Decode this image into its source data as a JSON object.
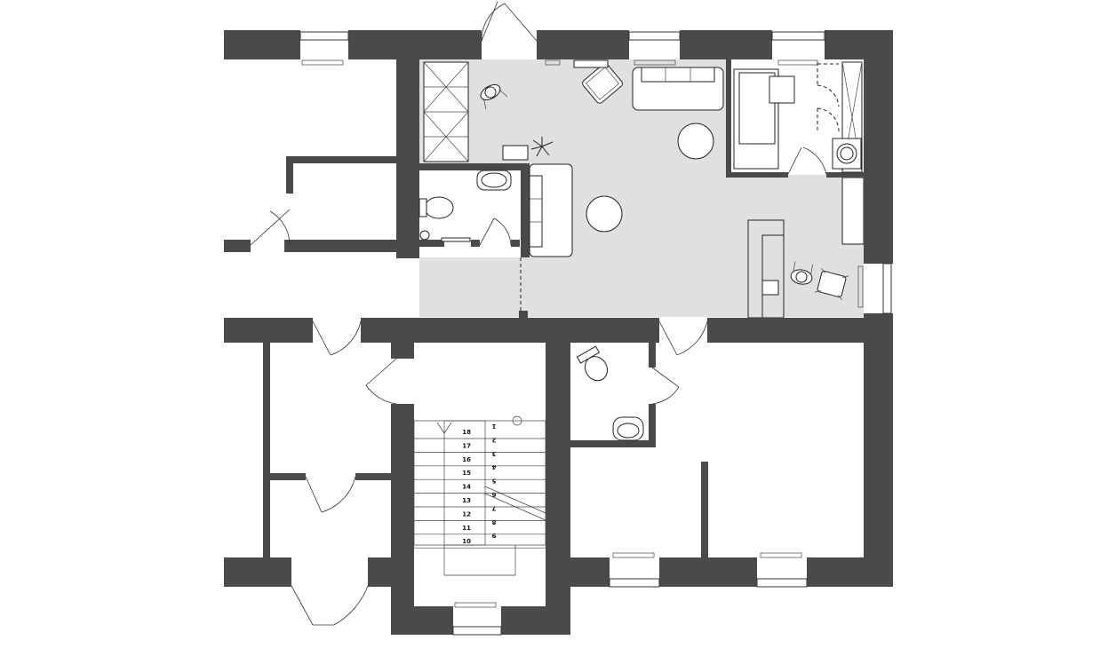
{
  "stairs": {
    "left_flight": [
      "18",
      "17",
      "16",
      "15",
      "14",
      "13",
      "12",
      "11",
      "10"
    ],
    "right_flight": [
      "1",
      "2",
      "3",
      "4",
      "5",
      "6",
      "7",
      "8",
      "9"
    ]
  }
}
